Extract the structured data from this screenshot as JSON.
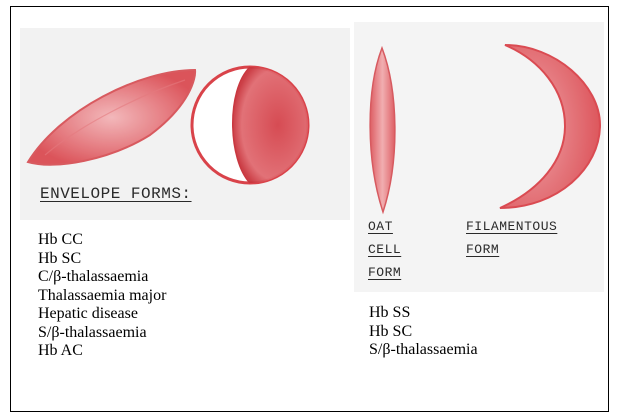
{
  "left_panel": {
    "heading": "ENVELOPE FORMS:",
    "conditions": [
      "Hb CC",
      "Hb SC",
      "C/β-thalassaemia",
      "Thalassaemia major",
      "Hepatic disease",
      "S/β-thalassaemia",
      "Hb AC"
    ]
  },
  "right_panel": {
    "oat_cell_label": [
      "OAT",
      "CELL",
      "FORM"
    ],
    "filamentous_label": [
      "FILAMENTOUS",
      "FORM"
    ],
    "conditions": [
      "Hb SS",
      "Hb SC",
      "S/β-thalassaemia"
    ]
  },
  "colors": {
    "cell_red": "#d9434a",
    "cell_pink": "#f0a0a4",
    "panel_background": "#f2f2f2"
  }
}
